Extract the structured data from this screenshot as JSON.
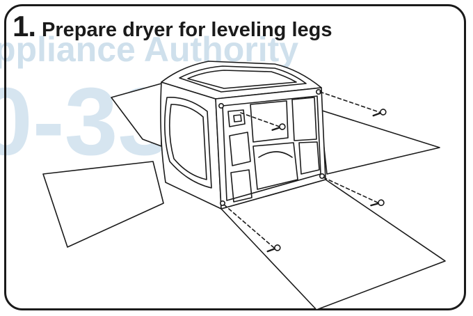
{
  "step": {
    "number": "1",
    "separator": ".",
    "title": "Prepare dryer for leveling legs"
  },
  "watermark": {
    "line1": "ppliance Authority",
    "line2": "0-3355"
  },
  "colors": {
    "ink": "#1a1a1a",
    "watermark": "#cfe0ec"
  },
  "icons": {
    "screws": [
      "screw-icon",
      "screw-icon",
      "screw-icon",
      "screw-icon"
    ]
  }
}
